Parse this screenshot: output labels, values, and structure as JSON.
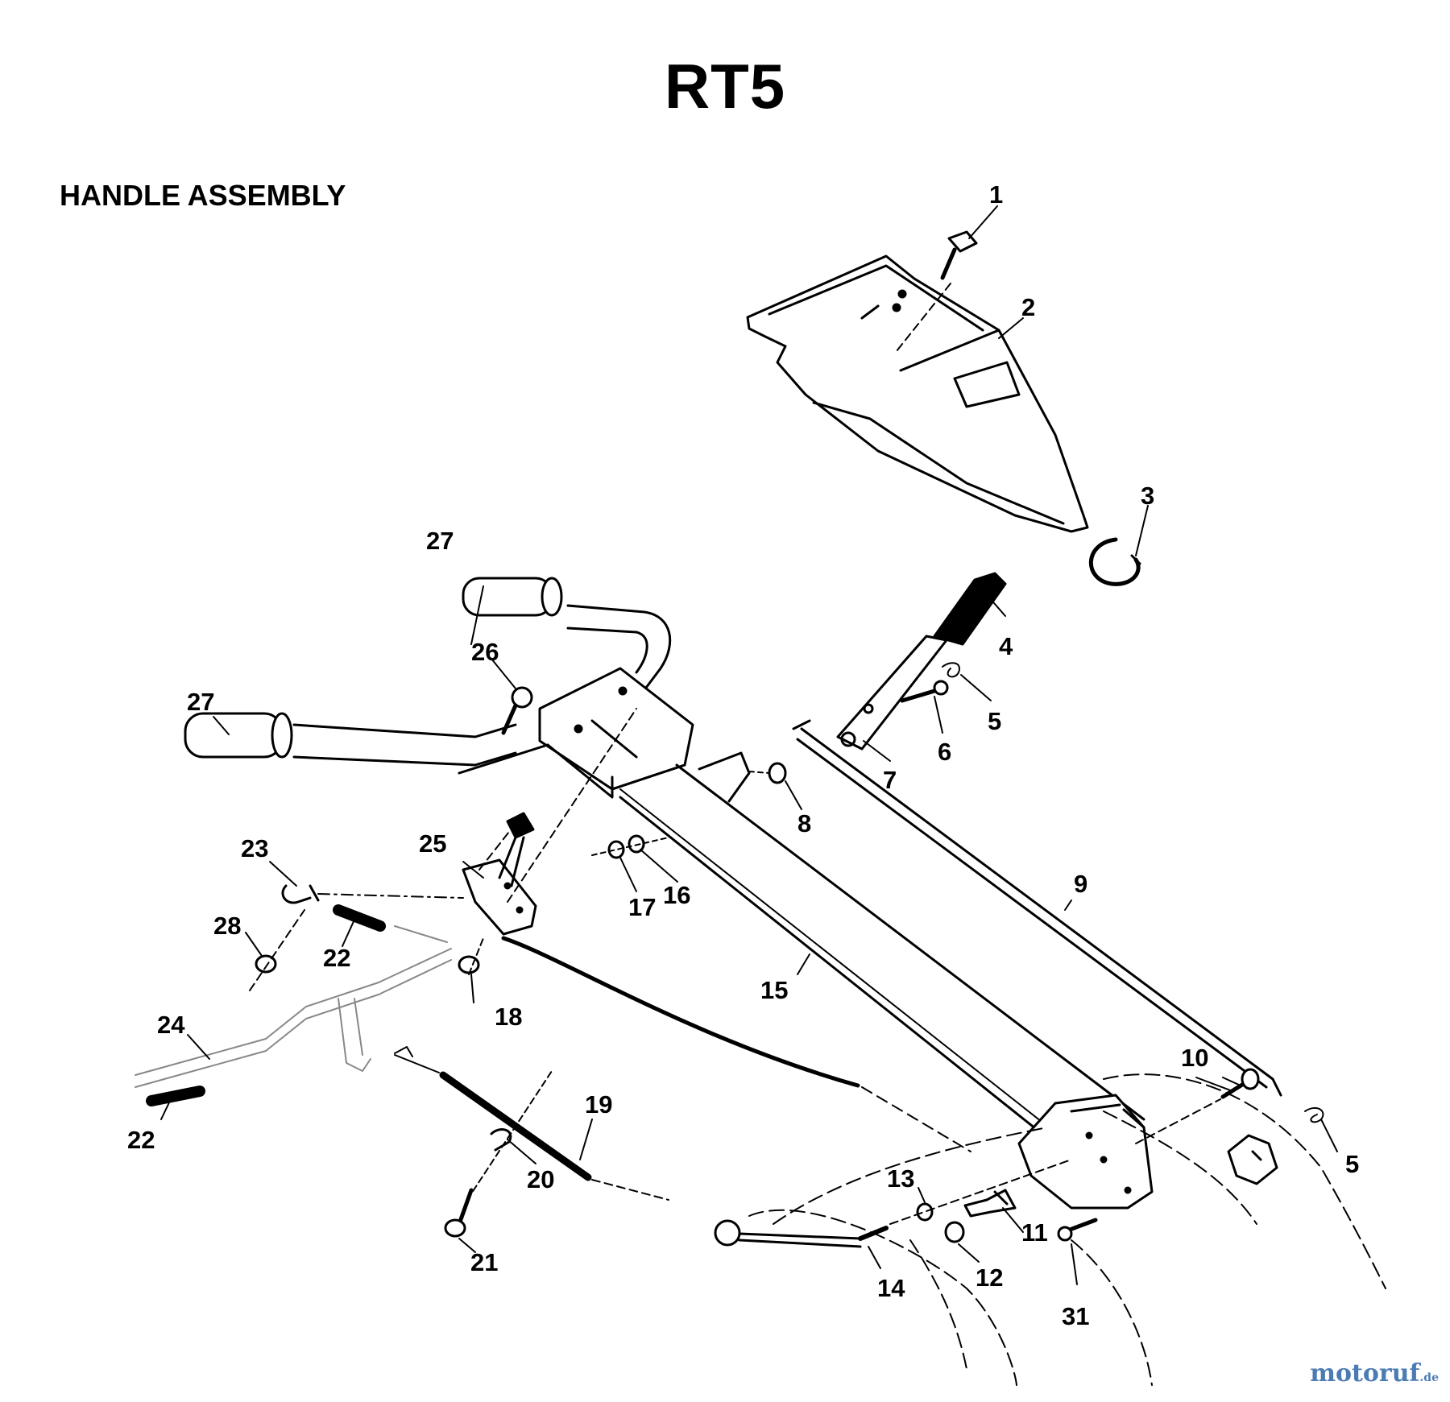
{
  "page": {
    "title": "RT5",
    "subtitle": "HANDLE ASSEMBLY"
  },
  "callouts": [
    "1",
    "2",
    "3",
    "4",
    "5",
    "6",
    "7",
    "8",
    "9",
    "10",
    "11",
    "12",
    "13",
    "14",
    "15",
    "16",
    "17",
    "18",
    "19",
    "20",
    "21",
    "22",
    "23",
    "24",
    "25",
    "26",
    "27",
    "28",
    "31"
  ],
  "watermark": {
    "brand_main": "motoruf",
    "brand_suffix": ".de",
    "colors": {
      "blue": "#4b7bb3",
      "orange": "#e58a2e"
    }
  }
}
